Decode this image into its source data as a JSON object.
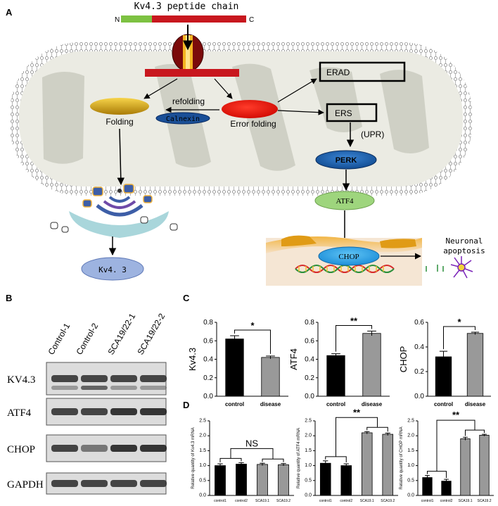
{
  "panels": {
    "a": "A",
    "b": "B",
    "c": "C",
    "d": "D"
  },
  "pathway": {
    "peptide_title": "Kv4.3  peptide chain",
    "n_term": "N",
    "c_term": "C",
    "erad": "ERAD",
    "ers": "ERS",
    "upr": "(UPR)",
    "refolding": "refolding",
    "calnexin": "Calnexin",
    "folding": "Folding",
    "error_folding": "Error folding",
    "perk": "PERK",
    "atf4": "ATF4",
    "chop": "CHOP",
    "kv43": "Kv4. 3",
    "apoptosis": [
      "Neuronal",
      "apoptosis"
    ]
  },
  "blot": {
    "lanes": [
      "Control-1",
      "Control-2",
      "SCA19/22-1",
      "SCA19/22-2"
    ],
    "rows": [
      "KV4.3",
      "ATF4",
      "CHOP",
      "GAPDH"
    ]
  },
  "colors": {
    "green": "#7dc242",
    "red": "#c8171e",
    "perk": "#1f5fa8",
    "atf4": "#9ed57d",
    "chop": "#3aa6e8",
    "kv": "#9db3e0"
  },
  "chart_data": [
    {
      "type": "bar",
      "ylabel": "Kv4.3",
      "categories": [
        "control",
        "disease"
      ],
      "values": [
        0.62,
        0.42
      ],
      "errors": [
        0.035,
        0.015
      ],
      "ylim": [
        0,
        0.8
      ],
      "yticks": [
        "0.0",
        "0.2",
        "0.4",
        "0.6",
        "0.8"
      ],
      "colors": [
        "#000000",
        "#999999"
      ],
      "significance": "*"
    },
    {
      "type": "bar",
      "ylabel": "ATF4",
      "categories": [
        "control",
        "disease"
      ],
      "values": [
        0.44,
        0.68
      ],
      "errors": [
        0.02,
        0.025
      ],
      "ylim": [
        0,
        0.8
      ],
      "yticks": [
        "0.0",
        "0.2",
        "0.4",
        "0.6",
        "0.8"
      ],
      "colors": [
        "#000000",
        "#999999"
      ],
      "significance": "**"
    },
    {
      "type": "bar",
      "ylabel": "CHOP",
      "categories": [
        "control",
        "disease"
      ],
      "values": [
        0.32,
        0.51
      ],
      "errors": [
        0.045,
        0.01
      ],
      "ylim": [
        0,
        0.6
      ],
      "yticks": [
        "0.0",
        "0.2",
        "0.4",
        "0.6"
      ],
      "colors": [
        "#000000",
        "#999999"
      ],
      "significance": "*"
    },
    {
      "type": "bar",
      "ylabel": "Relative quantity of Kv4.3 mRNA",
      "categories": [
        "control1",
        "control2",
        "SCA19.1",
        "SCA19.2"
      ],
      "values": [
        1.0,
        1.05,
        1.04,
        1.03
      ],
      "errors": [
        0.06,
        0.05,
        0.04,
        0.04
      ],
      "ylim": [
        0,
        2.5
      ],
      "yticks": [
        "0.0",
        "0.5",
        "1.0",
        "1.5",
        "2.0",
        "2.5"
      ],
      "colors": [
        "#000000",
        "#000000",
        "#999999",
        "#999999"
      ],
      "significance": "NS"
    },
    {
      "type": "bar",
      "ylabel": "Relative quantity of ATF4 mRNA",
      "categories": [
        "control1",
        "control2",
        "SCA19.1",
        "SCA19.2"
      ],
      "values": [
        1.08,
        1.0,
        2.1,
        2.05
      ],
      "errors": [
        0.08,
        0.06,
        0.04,
        0.04
      ],
      "ylim": [
        0,
        2.5
      ],
      "yticks": [
        "0.0",
        "0.5",
        "1.0",
        "1.5",
        "2.0",
        "2.5"
      ],
      "colors": [
        "#000000",
        "#000000",
        "#999999",
        "#999999"
      ],
      "significance": "**"
    },
    {
      "type": "bar",
      "ylabel": "Relative quantity of CHOP mRNA",
      "categories": [
        "control1",
        "control2",
        "SCA19.1",
        "SCA19.2"
      ],
      "values": [
        0.6,
        0.48,
        1.9,
        2.02
      ],
      "errors": [
        0.07,
        0.06,
        0.05,
        0.03
      ],
      "ylim": [
        0,
        2.5
      ],
      "yticks": [
        "0.0",
        "0.5",
        "1.0",
        "1.5",
        "2.0",
        "2.5"
      ],
      "colors": [
        "#000000",
        "#000000",
        "#999999",
        "#999999"
      ],
      "significance": "**"
    }
  ]
}
